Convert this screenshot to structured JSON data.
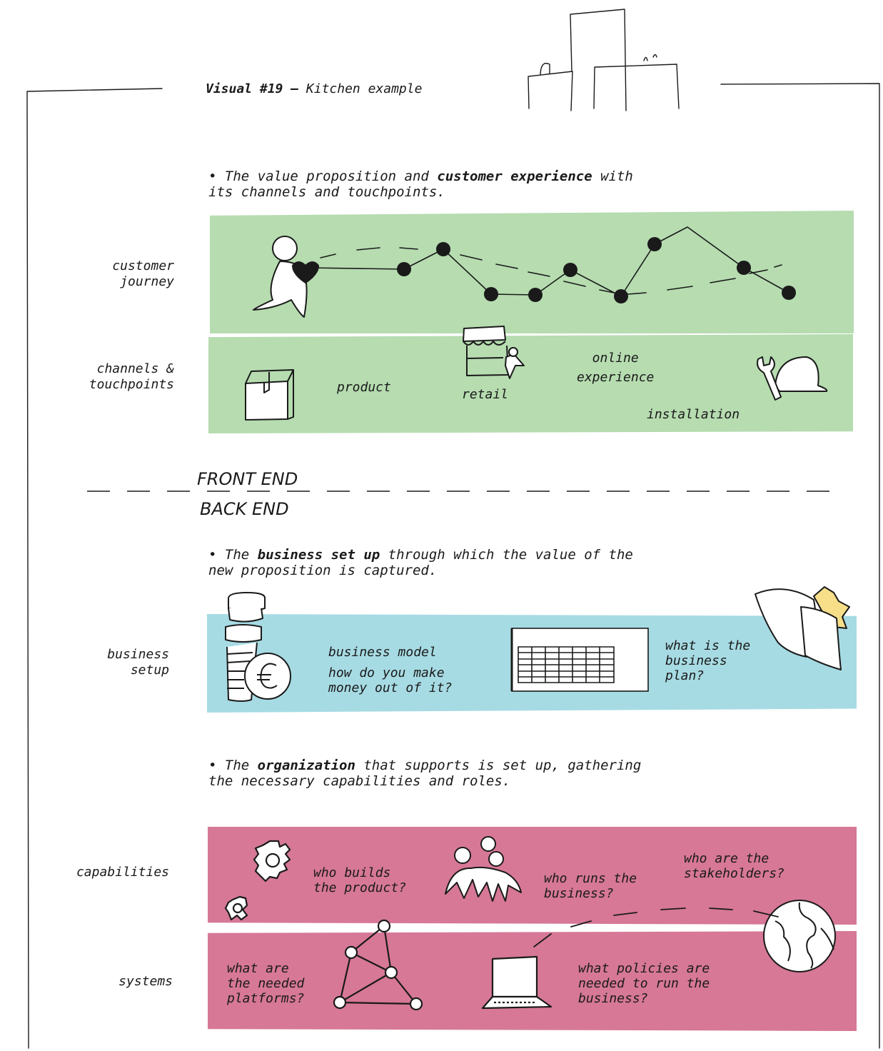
{
  "header": {
    "title_bold": "Visual #19 –",
    "title_rest": "Kitchen example"
  },
  "section1": {
    "bullet_pre": "• The value proposition and ",
    "bullet_bold": "customer experience",
    "bullet_post": " with",
    "bullet_line2": "its channels and touchpoints.",
    "rows": [
      {
        "label": "customer\njourney",
        "color": "#b6dcb0"
      },
      {
        "label": "channels &\ntouchpoints",
        "color": "#b6dcb0",
        "items": {
          "product": "product",
          "retail": "retail",
          "online": "online\nexperience",
          "installation": "installation"
        }
      }
    ]
  },
  "divider": {
    "front": "FRONT END",
    "back": "BACK END"
  },
  "section2": {
    "bullet_pre": "• The ",
    "bullet_bold": "business set up",
    "bullet_post": " through which the value of the",
    "bullet_line2": "new proposition is captured.",
    "row": {
      "label": "business\nsetup",
      "color": "#a7dbe4",
      "model_title": "business model",
      "model_question": "how do you make\nmoney out of it?",
      "plan": "what is the\nbusiness\nplan?"
    }
  },
  "section3": {
    "bullet_pre": "• The ",
    "bullet_bold": "organization",
    "bullet_post": " that supports is set up, gathering",
    "bullet_line2": "the necessary capabilities and roles.",
    "rows": [
      {
        "label": "capabilities",
        "color": "#d67896",
        "items": {
          "builds": "who builds\nthe product?",
          "runs": "who runs the\nbusiness?",
          "stakeholders": "who are the\nstakeholders?"
        }
      },
      {
        "label": "systems",
        "color": "#d67896",
        "items": {
          "platforms": "what are\nthe needed\nplatforms?",
          "policies": "what policies are\nneeded to run the\nbusiness?"
        }
      }
    ]
  }
}
